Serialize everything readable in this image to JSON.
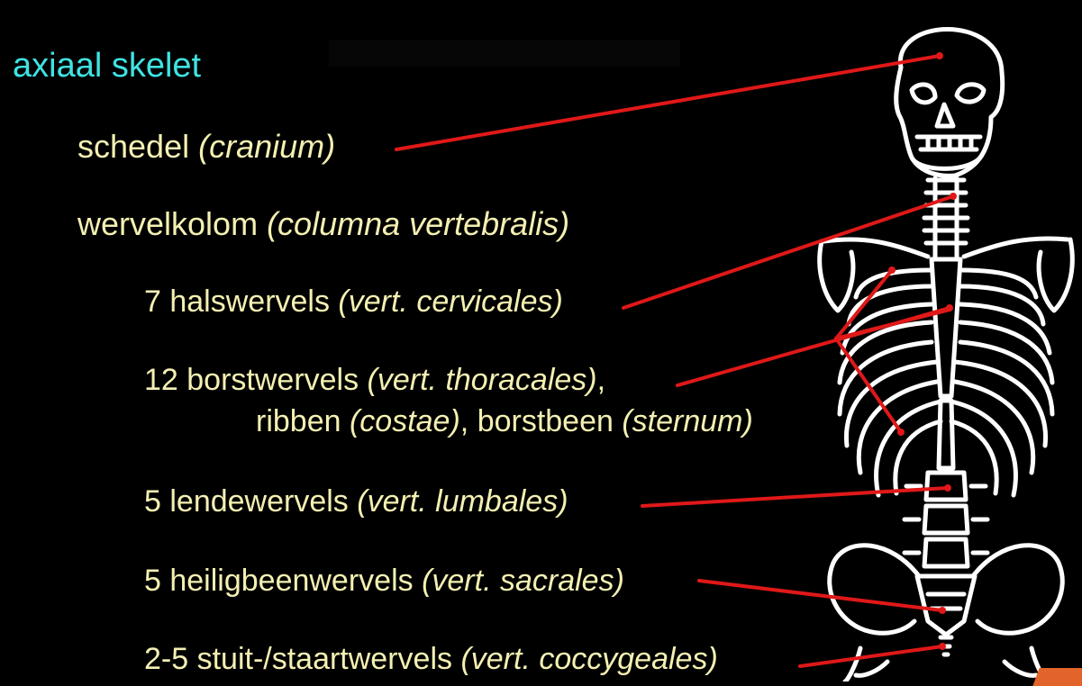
{
  "heading": "axiaal skelet",
  "items": [
    {
      "main": "schedel ",
      "latin": "(cranium)"
    },
    {
      "main": "wervelkolom ",
      "latin": "(columna vertebralis)"
    },
    {
      "main": "7 halswervels ",
      "latin": "(vert. cervicales)"
    },
    {
      "main": "12 borstwervels ",
      "latin": "(vert. thoracales)",
      "suffix": ","
    },
    {
      "main": "ribben ",
      "latin": "(costae)",
      "mid": ", borstbeen ",
      "latin2": "(sternum)"
    },
    {
      "main": "5 lendewervels ",
      "latin": "(vert. lumbales)"
    },
    {
      "main": "5 heiligbeenwervels ",
      "latin": "(vert. sacrales)"
    },
    {
      "main": "2-5 stuit-/staartwervels ",
      "latin": "(vert. coccygeales)"
    }
  ],
  "colors": {
    "heading": "#3fe3e3",
    "text": "#f4f0b2",
    "pointer": "#e01818",
    "bone": "#ffffff",
    "background": "#000000"
  }
}
